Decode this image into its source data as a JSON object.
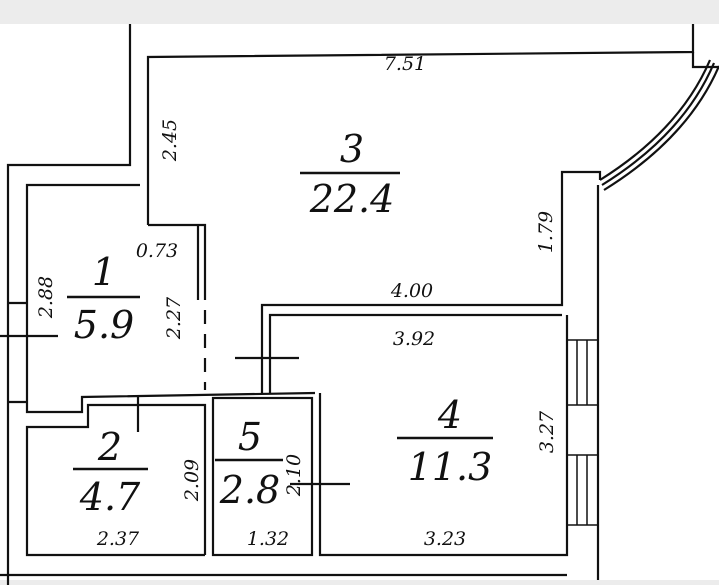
{
  "rooms": [
    {
      "number": "1",
      "area": "5.9"
    },
    {
      "number": "2",
      "area": "4.7"
    },
    {
      "number": "3",
      "area": "22.4"
    },
    {
      "number": "4",
      "area": "11.3"
    },
    {
      "number": "5",
      "area": "2.8"
    }
  ],
  "dimensions": {
    "d751": "7.51",
    "d245": "2.45",
    "d179": "1.79",
    "d073": "0.73",
    "d288": "2.88",
    "d227": "2.27",
    "d400": "4.00",
    "d392": "3.92",
    "d327": "3.27",
    "d209": "2.09",
    "d210": "2.10",
    "d237": "2.37",
    "d132": "1.32",
    "d323": "3.23"
  },
  "colors": {
    "band": "#ececec",
    "ink": "#111111"
  }
}
